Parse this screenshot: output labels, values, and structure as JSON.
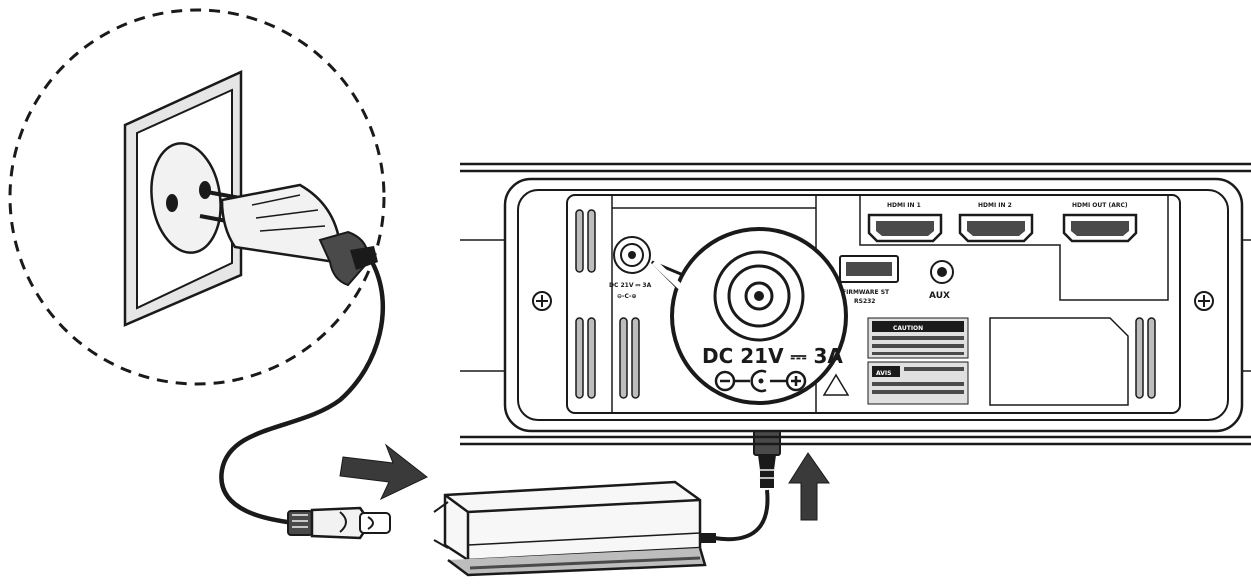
{
  "labels": {
    "dc_main": "DC 21V ⎓ 3A",
    "dc_small": "DC 21V ⎓ 3A",
    "polarity_minus": "⊖",
    "polarity_center": "-C-",
    "polarity_plus": "⊕",
    "aux": "AUX",
    "hdmi_in_1": "HDMI IN 1",
    "hdmi_in_2": "HDMI IN 2",
    "hdmi_out": "HDMI OUT (ARC)",
    "usb_label_1": "FIRMWARE ST",
    "usb_label_2": "RS232",
    "caution": "CAUTION",
    "avis": "AVIS"
  },
  "icons": [
    "wall-socket-icon",
    "euro-plug-icon",
    "power-adapter-brick-icon",
    "insert-arrow-right-icon",
    "insert-arrow-up-icon",
    "dc-jack-icon",
    "hdmi-port-icon",
    "usb-port-icon",
    "aux-jack-icon",
    "screw-icon",
    "warning-triangle-icon"
  ],
  "colors": {
    "line": "#1a1a1a",
    "fill_light": "#f2f2f2",
    "fill_mid": "#bdbdbd",
    "fill_dark": "#4a4a4a",
    "background": "#ffffff"
  }
}
